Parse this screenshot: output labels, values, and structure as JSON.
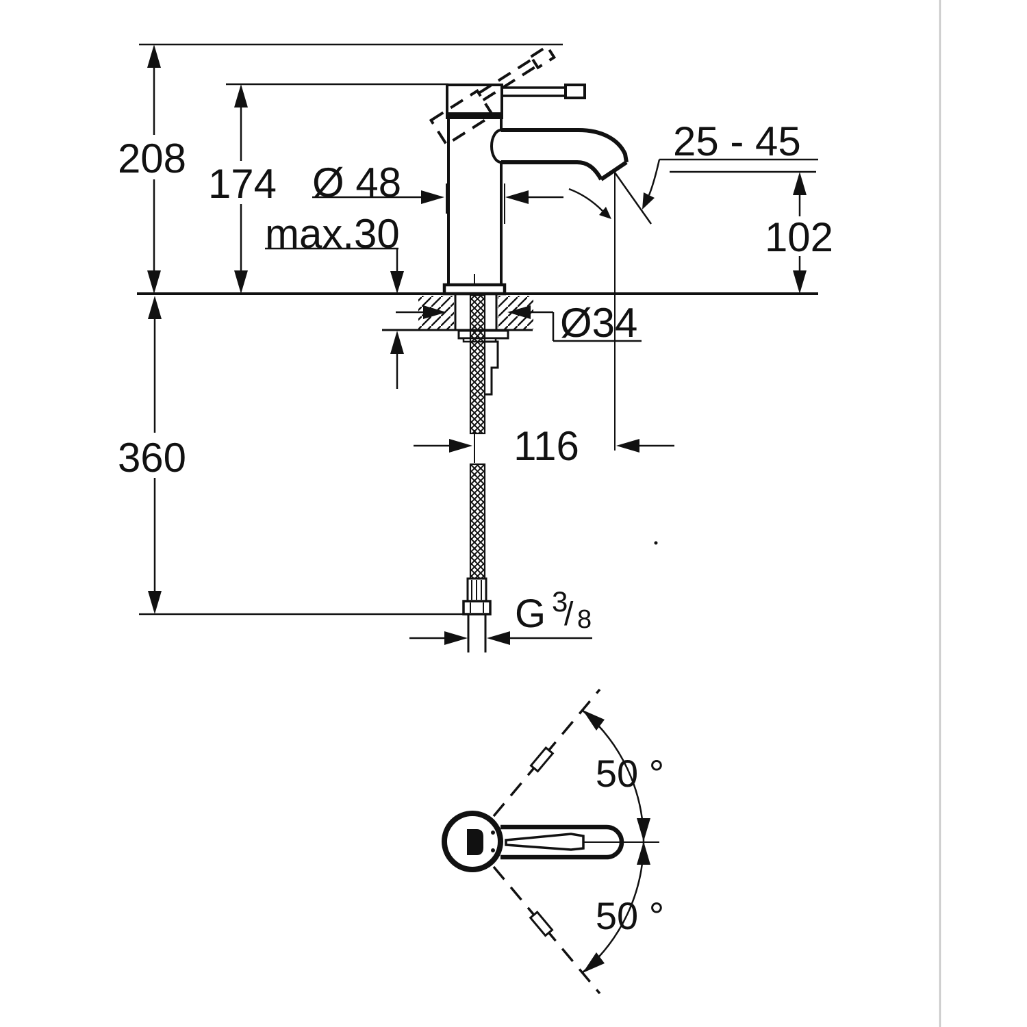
{
  "meta": {
    "drawing_type": "faucet technical dimension drawing",
    "background_color": "#ffffff",
    "line_color": "#111111",
    "divider_color": "#c8c8c8"
  },
  "labels": {
    "total_height": "208",
    "height_to_spout_body": "174",
    "body_diameter": "Ø 48",
    "max_deck_thickness": "max.30",
    "aerator_angle_range": "25 - 45",
    "spout_outlet_height": "102",
    "hole_diameter": "Ø34",
    "hose_length": "360",
    "spout_reach": "116",
    "thread": {
      "g": "G",
      "sup": "3",
      "slash": "/",
      "sub": "8"
    },
    "swivel_angle_top": "50 °",
    "swivel_angle_bottom": "50 °"
  }
}
